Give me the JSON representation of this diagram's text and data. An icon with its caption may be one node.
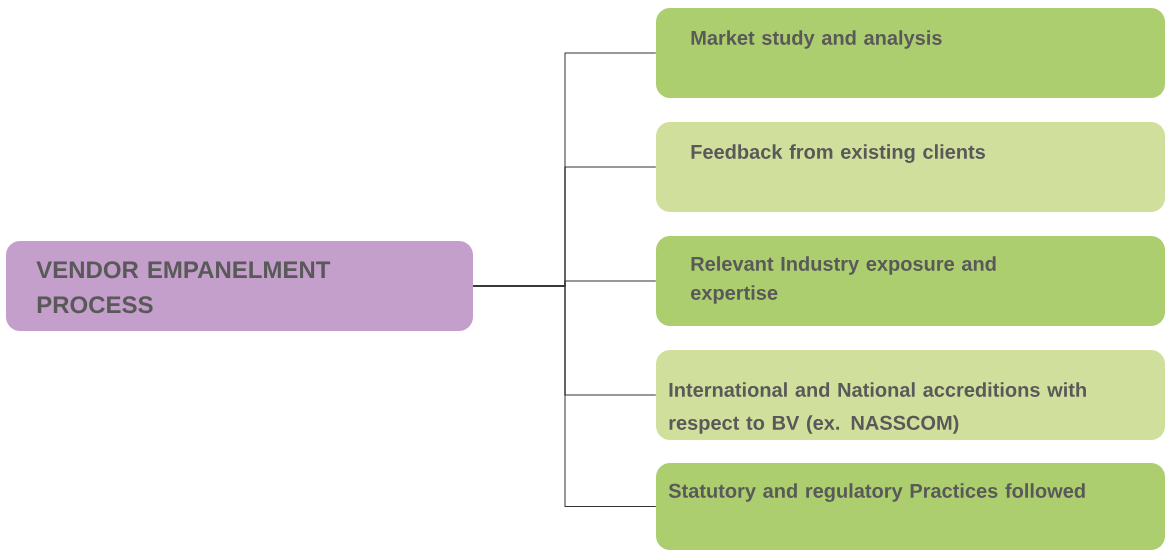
{
  "diagram": {
    "nodes": [
      {
        "text": [
          "VENDOR EMPANELMENT PROCESS"
        ]
      },
      {
        "text": [
          "Market study and analysis"
        ]
      },
      {
        "text": [
          "Feedback from existing clients"
        ]
      },
      {
        "text": [
          "Relevant Industry exposure and expertise"
        ]
      },
      {
        "text": [
          "International and National accreditions with respect to BV (ex. NASSCOM)"
        ]
      },
      {
        "text": [
          "Statutory and regulatory Practices followed"
        ]
      }
    ],
    "edges": [
      {
        "from": 0,
        "to": 1,
        "arrow": "none"
      },
      {
        "from": 0,
        "to": 2,
        "arrow": "none"
      },
      {
        "from": 0,
        "to": 3,
        "arrow": "none"
      },
      {
        "from": 0,
        "to": 4,
        "arrow": "none"
      },
      {
        "from": 0,
        "to": 5,
        "arrow": "none"
      }
    ]
  }
}
